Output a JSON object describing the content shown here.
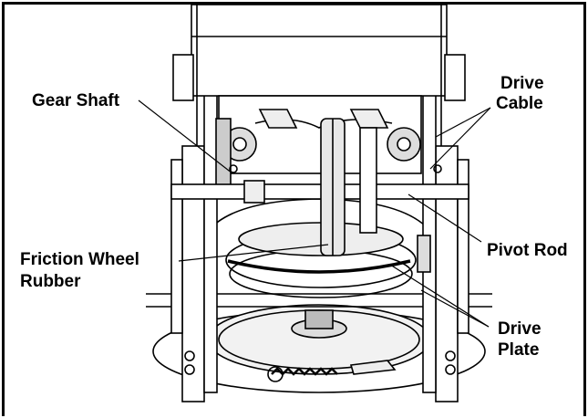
{
  "labels": {
    "gear_shaft": "Gear Shaft",
    "drive_cable_line1": "Drive",
    "drive_cable_line2": "Cable",
    "friction_wheel_line1": "Friction Wheel",
    "friction_wheel_line2": "Rubber",
    "pivot_rod": "Pivot Rod",
    "drive_plate_line1": "Drive",
    "drive_plate_line2": "Plate"
  },
  "colors": {
    "line": "#000000",
    "background": "#ffffff",
    "shade": "#d9d9d9"
  }
}
